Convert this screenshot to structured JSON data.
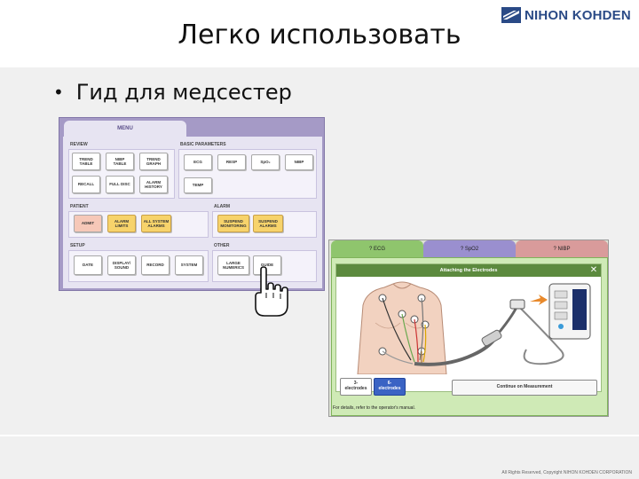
{
  "slide": {
    "title": "Легко использовать",
    "bullet": "Гид для медсестер",
    "logo_text": "NIHON KOHDEN",
    "copyright": "All Rights Reserved, Copyright NIHON KOHDEN CORPORATION"
  },
  "menu": {
    "tab": "MENU",
    "sections": {
      "review": "REVIEW",
      "basic": "BASIC PARAMETERS",
      "patient": "PATIENT",
      "alarm": "ALARM",
      "setup": "SETUP",
      "other": "OTHER"
    },
    "buttons": {
      "trend_table": "TREND\nTABLE",
      "nibp_table": "NIBP\nTABLE",
      "trend_graph": "TREND\nGRAPH",
      "ecg": "ECG",
      "resp": "RESP",
      "spo2": "SpO₂",
      "nibp": "NIBP",
      "recall": "RECALL",
      "full_disc": "FULL DISC",
      "alarm_history": "ALARM\nHISTORY",
      "temp": "TEMP",
      "admit": "ADMIT",
      "alarm_limits": "ALARM\nLIMITS",
      "all_alarms": "ALL SYSTEM\nALARMS",
      "suspend_monitoring": "SUSPEND\nMONITORING",
      "suspend_alarms": "SUSPEND\nALARMS",
      "date": "DATE",
      "display_sound": "DISPLAY/\nSOUND",
      "record": "RECORD",
      "system": "SYSTEM",
      "large_numerics": "LARGE\nNUMERICS",
      "guide": "GUIDE"
    }
  },
  "guide": {
    "tabs": {
      "ecg": "? ECG",
      "spo2": "? SpO2",
      "nibp": "? NIBP"
    },
    "header": "Attaching the Electrodes",
    "close": "✕",
    "btn_3": "3-\nelectrodes",
    "btn_6": "6-\nelectrodes",
    "btn_continue": "Continue on Measurement",
    "note": "For details, refer to the operator's manual."
  },
  "colors": {
    "menu_frame": "#a59ac6",
    "ecg_tab": "#8fc56d",
    "spo2_tab": "#9a8fcf",
    "nibp_tab": "#d99b9b",
    "yellow_button": "#f7d36b",
    "header_green": "#5c8a3e",
    "selected_blue": "#3a63c4",
    "logo_blue": "#2a4a86"
  }
}
